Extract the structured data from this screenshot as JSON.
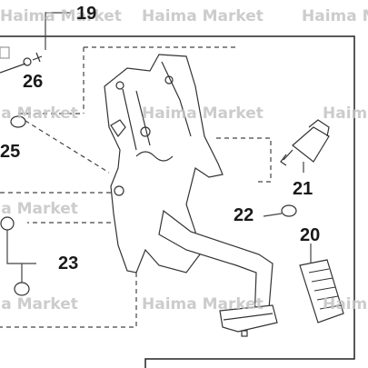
{
  "watermark": "Haima Market",
  "callouts": {
    "c19": "19",
    "c20": "20",
    "c21": "21",
    "c22": "22",
    "c23": "23",
    "c25": "25",
    "c26": "26"
  }
}
